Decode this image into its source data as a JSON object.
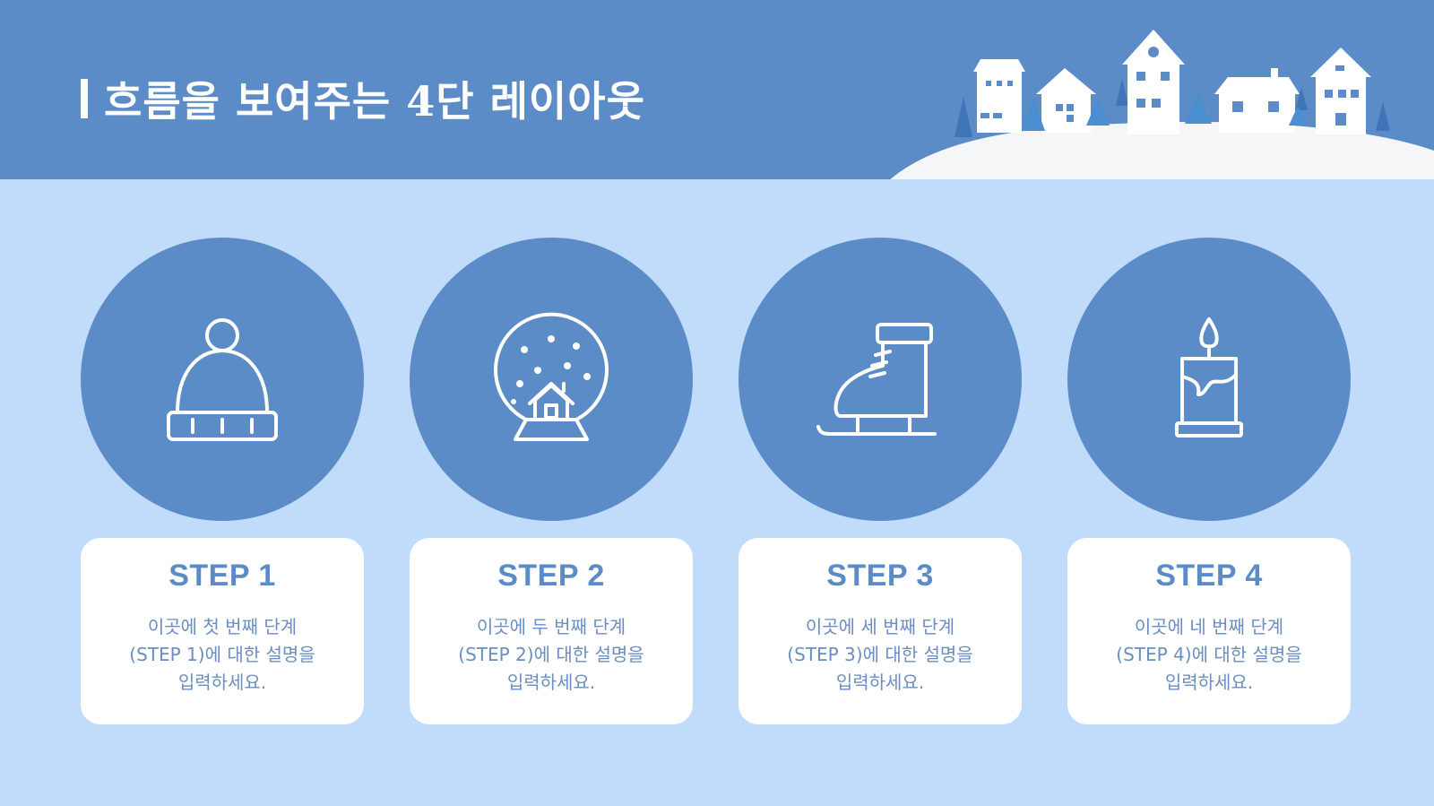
{
  "header": {
    "title": "흐름을 보여주는 4단 레이아웃"
  },
  "colors": {
    "background": "#c1dcfb",
    "accent": "#5b8cc8",
    "card": "#ffffff",
    "tree": "#3f74b8"
  },
  "steps": [
    {
      "icon": "beanie-hat-icon",
      "title": "STEP 1",
      "desc": [
        "이곳에 첫 번째 단계",
        "(STEP 1)에 대한 설명을",
        "입력하세요."
      ]
    },
    {
      "icon": "snow-globe-icon",
      "title": "STEP 2",
      "desc": [
        "이곳에 두 번째 단계",
        "(STEP 2)에 대한 설명을",
        "입력하세요."
      ]
    },
    {
      "icon": "ice-skate-icon",
      "title": "STEP 3",
      "desc": [
        "이곳에 세 번째 단계",
        "(STEP 3)에 대한 설명을",
        "입력하세요."
      ]
    },
    {
      "icon": "candle-icon",
      "title": "STEP 4",
      "desc": [
        "이곳에 네 번째 단계",
        "(STEP 4)에 대한 설명을",
        "입력하세요."
      ]
    }
  ]
}
